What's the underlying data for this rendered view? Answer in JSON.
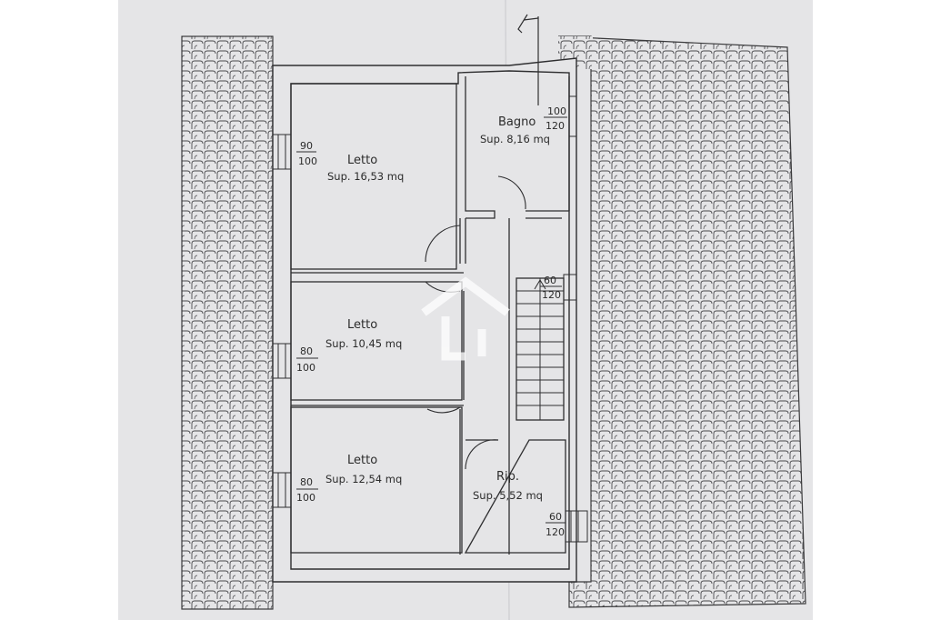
{
  "colors": {
    "paper": "#e5e5e7",
    "margin": "#ffffff",
    "ink": "#2e2e30",
    "watermark": "#ffffff"
  },
  "rooms": [
    {
      "name": "Letto",
      "area": "Sup. 16,53 mq",
      "window_top": "90",
      "window_bottom": "100"
    },
    {
      "name": "Letto",
      "area": "Sup. 10,45 mq",
      "window_top": "80",
      "window_bottom": "100"
    },
    {
      "name": "Letto",
      "area": "Sup. 12,54 mq",
      "window_top": "80",
      "window_bottom": "100"
    },
    {
      "name": "Bagno",
      "area": "Sup. 8,16 mq",
      "window_top": "100",
      "window_bottom": "120"
    },
    {
      "name": "Rip.",
      "area": "Sup. 5,52 mq",
      "window_top": "60",
      "window_bottom": "120"
    }
  ],
  "stairs": {
    "window_top": "60",
    "window_bottom": "120"
  },
  "icons": {
    "north_arrow": "north-arrow-icon",
    "watermark": "house-logo-watermark"
  }
}
